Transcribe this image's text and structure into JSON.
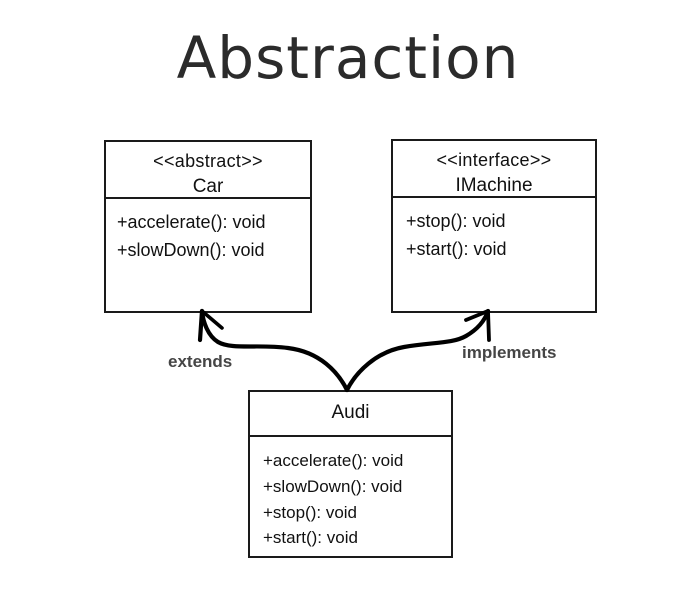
{
  "title": "Abstraction",
  "diagram": {
    "type": "uml-class-diagram",
    "classes": [
      {
        "id": "car",
        "stereotype": "<<abstract>>",
        "name": "Car",
        "members": [
          "+accelerate(): void",
          "+slowDown(): void"
        ]
      },
      {
        "id": "imachine",
        "stereotype": "<<interface>>",
        "name": "IMachine",
        "members": [
          "+stop(): void",
          "+start(): void"
        ]
      },
      {
        "id": "audi",
        "stereotype": "",
        "name": "Audi",
        "members": [
          "+accelerate(): void",
          "+slowDown(): void",
          "+stop(): void",
          "+start(): void"
        ]
      }
    ],
    "relationships": [
      {
        "id": "extends",
        "label": "extends",
        "from": "audi",
        "to": "car"
      },
      {
        "id": "implements",
        "label": "implements",
        "from": "audi",
        "to": "imachine"
      }
    ]
  },
  "colors": {
    "background": "#ffffff",
    "box_border": "#1a1a1a",
    "text": "#111111",
    "title": "#2b2b2b",
    "label": "#454545",
    "connector": "#000000"
  }
}
